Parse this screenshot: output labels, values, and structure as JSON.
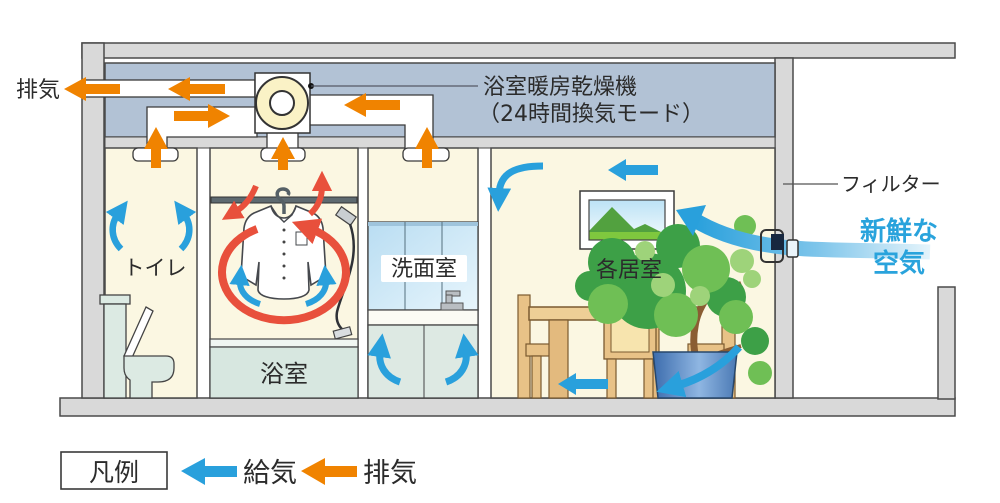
{
  "diagram": {
    "exhaust_outlet_label": "排気",
    "fan_unit": {
      "name": "浴室暖房乾燥機",
      "mode": "（24時間換気モード）"
    },
    "rooms": {
      "toilet": "トイレ",
      "bathroom": "浴室",
      "washroom": "洗面室",
      "living": "各居室"
    },
    "filter_label": "フィルター",
    "fresh_air": {
      "line1": "新鮮な",
      "line2": "空気"
    }
  },
  "legend": {
    "title": "凡例",
    "items": [
      {
        "label": "給気",
        "arrow_color": "#29A0DC"
      },
      {
        "label": "排気",
        "arrow_color": "#F08300"
      }
    ]
  },
  "colors": {
    "supply_air_blue": "#29A0DC",
    "exhaust_air_orange": "#F08300",
    "circulation_red": "#E8503C",
    "fresh_air_text_blue": "#29A3DC",
    "ceiling_duct_space": "#B2C2D5",
    "wall_gray": "#D9D9D9",
    "room_cream": "#FBF7E2"
  }
}
